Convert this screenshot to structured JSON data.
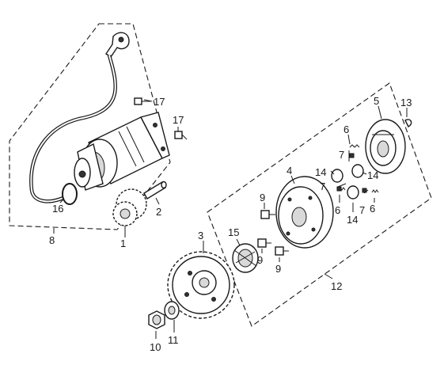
{
  "callouts": [
    {
      "id": "c1",
      "text": "1"
    },
    {
      "id": "c2",
      "text": "2"
    },
    {
      "id": "c3",
      "text": "3"
    },
    {
      "id": "c4",
      "text": "4"
    },
    {
      "id": "c5",
      "text": "5"
    },
    {
      "id": "c6a",
      "text": "6"
    },
    {
      "id": "c6b",
      "text": "6"
    },
    {
      "id": "c6c",
      "text": "6"
    },
    {
      "id": "c7a",
      "text": "7"
    },
    {
      "id": "c7b",
      "text": "7"
    },
    {
      "id": "c7c",
      "text": "7"
    },
    {
      "id": "c8",
      "text": "8"
    },
    {
      "id": "c9a",
      "text": "9"
    },
    {
      "id": "c9b",
      "text": "9"
    },
    {
      "id": "c9c",
      "text": "9"
    },
    {
      "id": "c10",
      "text": "10"
    },
    {
      "id": "c11",
      "text": "11"
    },
    {
      "id": "c12",
      "text": "12"
    },
    {
      "id": "c13",
      "text": "13"
    },
    {
      "id": "c14a",
      "text": "14"
    },
    {
      "id": "c14b",
      "text": "14"
    },
    {
      "id": "c14c",
      "text": "14"
    },
    {
      "id": "c15",
      "text": "15"
    },
    {
      "id": "c16",
      "text": "16"
    },
    {
      "id": "c17a",
      "text": "17"
    },
    {
      "id": "c17b",
      "text": "17"
    }
  ]
}
